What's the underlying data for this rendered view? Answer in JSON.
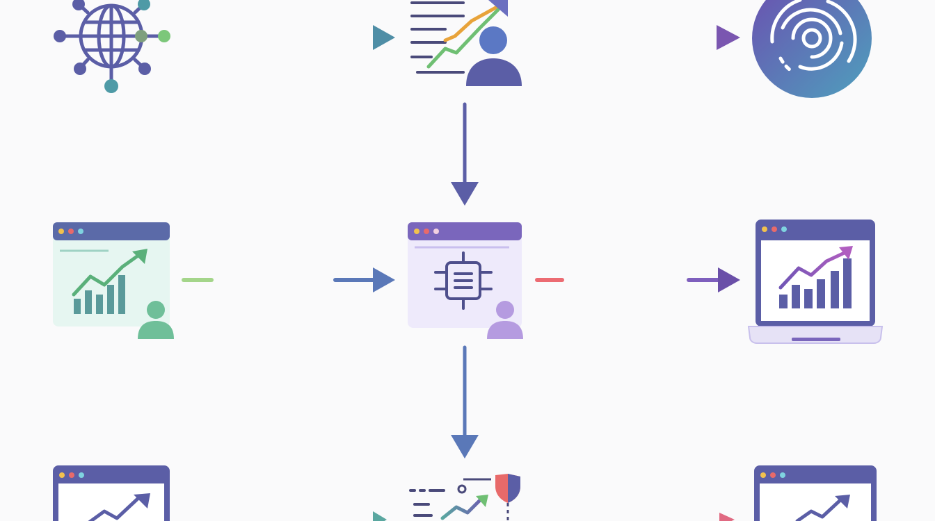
{
  "diagram": {
    "nodes": [
      {
        "id": "network",
        "icon": "network-globe-icon"
      },
      {
        "id": "report-analyst",
        "icon": "report-analyst-icon"
      },
      {
        "id": "fingerprint",
        "icon": "fingerprint-icon"
      },
      {
        "id": "analytics-window",
        "icon": "analytics-window-icon"
      },
      {
        "id": "processor-window",
        "icon": "processor-window-icon"
      },
      {
        "id": "laptop-chart",
        "icon": "laptop-chart-icon"
      },
      {
        "id": "trend-window",
        "icon": "trend-window-icon"
      },
      {
        "id": "data-shield",
        "icon": "data-shield-icon"
      },
      {
        "id": "trend-window-right",
        "icon": "trend-window-icon"
      }
    ],
    "edges": [
      {
        "from": "network",
        "to": "report-analyst"
      },
      {
        "from": "report-analyst",
        "to": "fingerprint"
      },
      {
        "from": "report-analyst",
        "to": "processor-window"
      },
      {
        "from": "analytics-window",
        "to": "processor-window"
      },
      {
        "from": "processor-window",
        "to": "laptop-chart"
      },
      {
        "from": "processor-window",
        "to": "data-shield"
      }
    ]
  },
  "colors": {
    "indigo": "#5b5ea6",
    "purple": "#7a58b5",
    "teal": "#4e9aa6",
    "green": "#6fbf73",
    "blue": "#5a78b8",
    "coral": "#e86a6a",
    "lavender": "#b59be0",
    "panel_green": "#e6f6f1",
    "panel_purple": "#eeeafb"
  }
}
